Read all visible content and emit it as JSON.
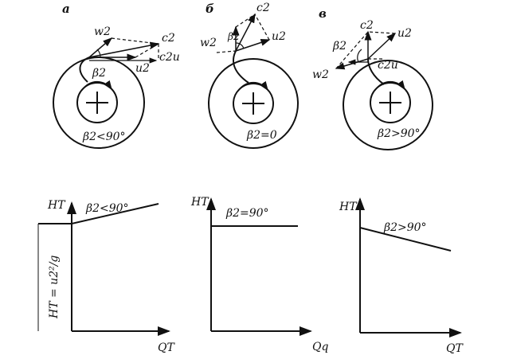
{
  "panels": [
    {
      "letter": "а",
      "vectors": {
        "w": "w2",
        "c": "c2",
        "u": "u2",
        "cu": "c2u",
        "beta": "β2"
      },
      "condition": "β2<90°",
      "graph": {
        "y_label": "HT",
        "x_label": "QT",
        "line_label": "β2<90°",
        "axis_note": "HT = u2²/g",
        "trend": "rising"
      }
    },
    {
      "letter": "б",
      "vectors": {
        "w": "w2",
        "c": "c2",
        "u": "u2",
        "beta": "β2"
      },
      "condition": "β2=0",
      "graph": {
        "y_label": "HT",
        "x_label": "Qq",
        "line_label": "β2=90°",
        "trend": "flat"
      }
    },
    {
      "letter": "в",
      "vectors": {
        "w": "w2",
        "c": "c2",
        "u": "u2",
        "cu": "c2u",
        "beta": "β2"
      },
      "condition": "β2>90°",
      "graph": {
        "y_label": "HT",
        "x_label": "QT",
        "line_label": "β2>90°",
        "trend": "falling"
      }
    }
  ]
}
